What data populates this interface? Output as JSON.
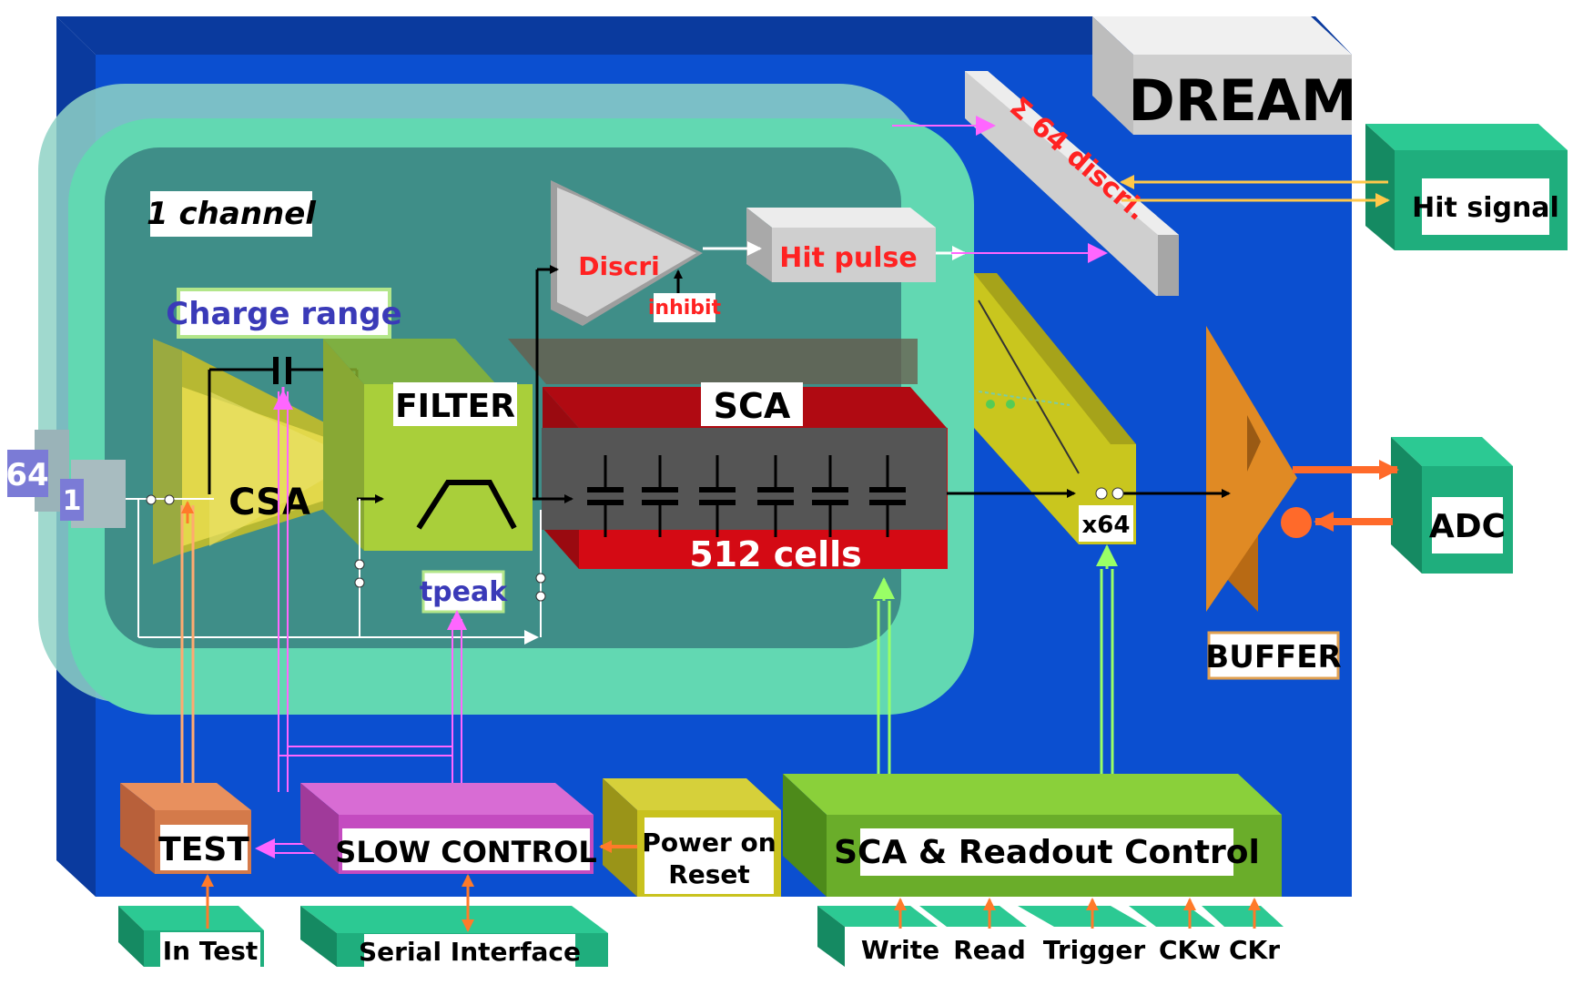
{
  "chip": {
    "name": "DREAM"
  },
  "channel": {
    "title": "1 channel"
  },
  "inputs": {
    "count_64": "64",
    "count_1": "1"
  },
  "blocks": {
    "charge_range": "Charge range",
    "csa": "CSA",
    "filter": "FILTER",
    "tpeak": "tpeak",
    "sca": "SCA",
    "sca_cells": "512 cells",
    "discri": "Discri",
    "inhibit": "inhibit",
    "hit_pulse": "Hit pulse",
    "sum_discri": "Σ 64 discri.",
    "mux": "x64",
    "buffer": "BUFFER",
    "adc": "ADC",
    "hit_signal": "Hit signal",
    "test": "TEST",
    "slow_control": "SLOW CONTROL",
    "power_on_reset": [
      "Power on",
      "Reset"
    ],
    "readout_control": "SCA & Readout Control"
  },
  "ports": {
    "in_test": "In Test",
    "serial_interface": "Serial Interface",
    "write": "Write",
    "read": "Read",
    "trigger": "Trigger",
    "ckw": "CKw",
    "ckr": "CKr"
  },
  "colors": {
    "board": "#0b4fd0",
    "board_edge": "#0a3a9e",
    "channel_outer": "#7fc9c0",
    "channel_inner": "#3a8f87",
    "sca": "#d40a14",
    "filter": "#a9cf3a",
    "csa": "#e2d84a",
    "buffer": "#e08a24",
    "adc": "#1fae7d",
    "slow_control": "#c44bc0",
    "test": "#d47a4a",
    "readout": "#6aad2a",
    "arrow_magenta": "#ff66ff",
    "arrow_orange": "#ff7a2a",
    "arrow_green": "#99ff66"
  }
}
